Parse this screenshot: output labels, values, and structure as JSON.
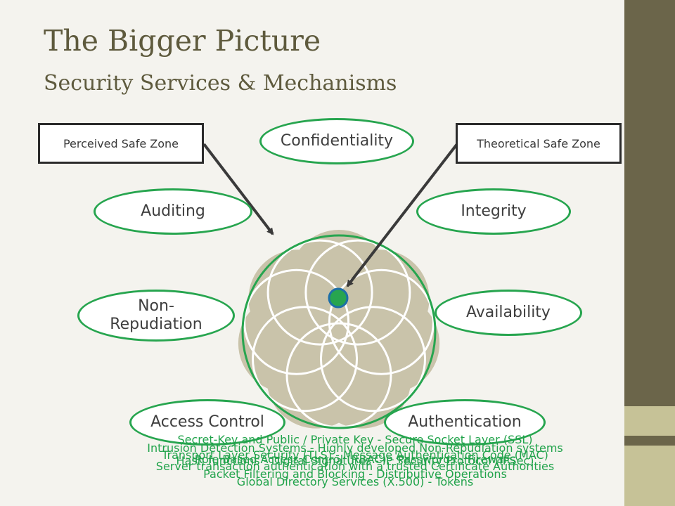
{
  "slide": {
    "title": "The Bigger Picture",
    "subtitle": "Security Services & Mechanisms"
  },
  "services": [
    {
      "label": "Confidentiality"
    },
    {
      "label": "Integrity"
    },
    {
      "label": "Availability"
    },
    {
      "label": "Authentication"
    },
    {
      "label": "Access Control"
    },
    {
      "label": "Non-\nRepudiation"
    },
    {
      "label": "Auditing"
    }
  ],
  "zones": {
    "perceived": "Perceived Safe Zone",
    "theoretical": "Theoretical Safe Zone"
  },
  "mechanisms": [
    "Secret-Key and Public / Private Key - Secure Socket Layer (SSL)",
    "Intrusion Detection Systems - Highly developed Non-Repudiation systems",
    "Transport Layer Security (TLS) - Message Authentication Code (MAC)",
    "Hash functions - Digital Signatures - IP Security Protocol (IPSec)",
    "Server transaction authentication with a trusted Certificate Authorities",
    "Role Based Access Control (RBAC) - Passwords - Firewalls",
    "Packet Filtering and Blocking - Distributive Operations",
    "Global Directory Services (X.500) - Tokens"
  ],
  "colors": {
    "accent_green": "#27a54f",
    "mechanism_text": "#21a34b",
    "petal_tan": "#c9c3aa",
    "title_olive": "#5e5a3d",
    "sidebar": "#6b654a"
  }
}
